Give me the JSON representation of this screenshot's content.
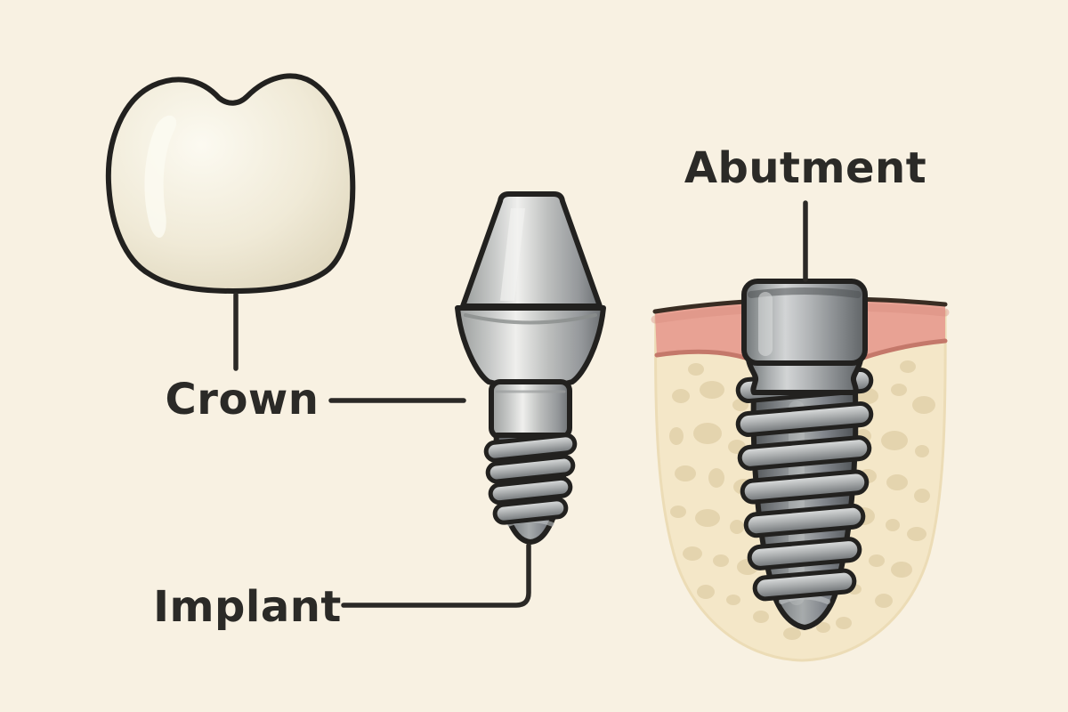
{
  "figure": {
    "type": "dental-implant-components-illustration",
    "description": "Labeled illustration of dental implant parts: crown, abutment, and implant screw shown in gum and jaw bone cross-section",
    "labels": {
      "crown": "Crown",
      "implant": "Implant",
      "abutment": "Abutment"
    }
  },
  "colors": {
    "background": "#f8f1e2",
    "ink": "#2b2926",
    "label_text": "#2b2a27",
    "crown_fill": "#f0ead7",
    "crown_edge": "#dcd3b8",
    "crown_highlight": "#fcfaf1",
    "metal_bright": "#efefed",
    "metal_light": "#c6c8c7",
    "metal_mid": "#9a9d9c",
    "metal_dark": "#6b6f72",
    "metal_deep": "#53575a",
    "thread_light": "#e2e4e4",
    "gum_pink": "#e8a294",
    "gum_shadow": "#c4786a",
    "gum_outline": "#392d23",
    "bone_fill": "#f4e7c8",
    "bone_spot": "#d8c59a"
  }
}
